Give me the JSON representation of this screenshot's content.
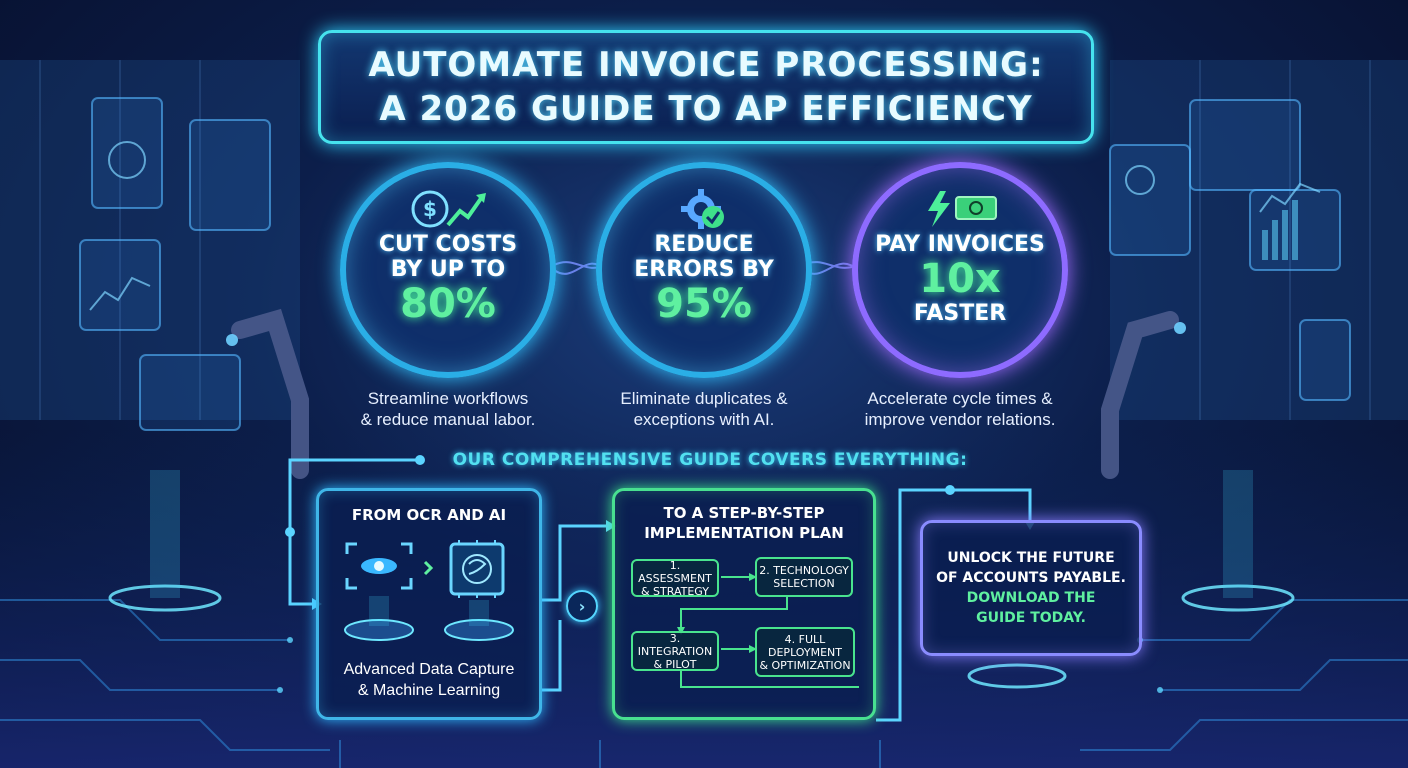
{
  "title": {
    "line1": "AUTOMATE INVOICE PROCESSING:",
    "line2": "A 2026 GUIDE TO AP EFFICIENCY"
  },
  "stats": [
    {
      "icon": "dollar-growth-icon",
      "label_line1": "CUT COSTS",
      "label_line2": "BY UP TO",
      "value": "80%",
      "desc_line1": "Streamline workflows",
      "desc_line2": "& reduce manual labor."
    },
    {
      "icon": "gear-check-icon",
      "label_line1": "REDUCE",
      "label_line2": "ERRORS BY",
      "value": "95%",
      "desc_line1": "Eliminate duplicates &",
      "desc_line2": "exceptions with AI."
    },
    {
      "icon": "lightning-cash-icon",
      "label_line1": "PAY INVOICES",
      "value": "10x",
      "label_line3": "FASTER",
      "desc_line1": "Accelerate cycle times &",
      "desc_line2": "improve vendor relations."
    }
  ],
  "coverage_heading": "OUR COMPREHENSIVE GUIDE COVERS EVERYTHING:",
  "ocr_panel": {
    "title": "FROM OCR AND AI",
    "caption_line1": "Advanced Data Capture",
    "caption_line2": "& Machine Learning"
  },
  "plan_panel": {
    "title_line1": "TO A STEP-BY-STEP",
    "title_line2": "IMPLEMENTATION PLAN",
    "steps": [
      {
        "line1": "1. ASSESSMENT",
        "line2": "& STRATEGY"
      },
      {
        "line1": "2. TECHNOLOGY",
        "line2": "SELECTION"
      },
      {
        "line1": "3. INTEGRATION",
        "line2": "& PILOT"
      },
      {
        "line1": "4. FULL",
        "line2": "DEPLOYMENT",
        "line3": "& OPTIMIZATION"
      }
    ]
  },
  "cta_panel": {
    "line1": "UNLOCK THE FUTURE",
    "line2": "OF ACCOUNTS PAYABLE.",
    "line3": "DOWNLOAD THE",
    "line4": "GUIDE TODAY."
  },
  "colors": {
    "accent_cyan": "#46e3ee",
    "accent_green": "#5ff0a0",
    "accent_purple": "#8e6bff",
    "background": "#0c1e4a"
  }
}
